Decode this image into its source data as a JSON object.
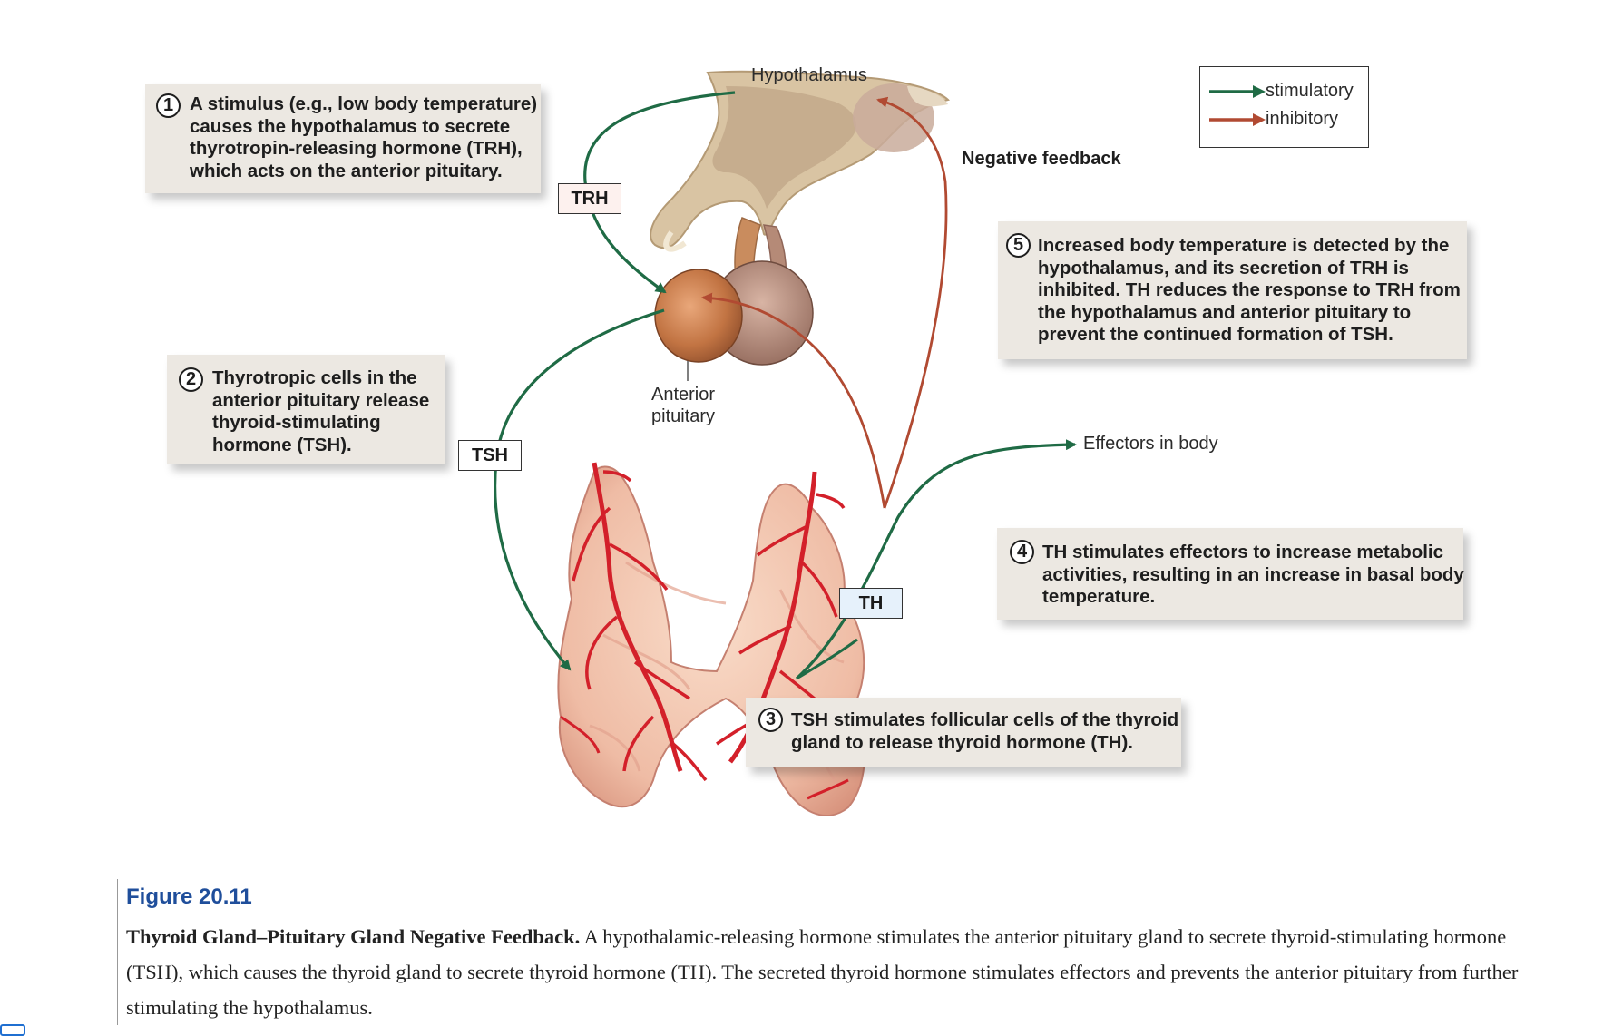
{
  "labels": {
    "hypothalamus": "Hypothalamus",
    "anterior_pituitary_line1": "Anterior",
    "anterior_pituitary_line2": "pituitary",
    "negative_feedback": "Negative feedback",
    "effectors": "Effectors in body"
  },
  "tags": {
    "trh": "TRH",
    "tsh": "TSH",
    "th": "TH"
  },
  "legend": {
    "stimulatory": "stimulatory",
    "inhibitory": "inhibitory"
  },
  "steps": [
    {
      "number": "1",
      "lines": [
        "A stimulus (e.g., low body temperature)",
        "causes the hypothalamus to secrete",
        "thyrotropin-releasing hormone (TRH),",
        "which acts on the anterior pituitary."
      ]
    },
    {
      "number": "2",
      "lines": [
        "Thyrotropic cells in the",
        "anterior pituitary release",
        "thyroid-stimulating",
        "hormone (TSH)."
      ]
    },
    {
      "number": "3",
      "lines": [
        "TSH stimulates follicular cells of the thyroid",
        "gland to release thyroid hormone (TH)."
      ]
    },
    {
      "number": "4",
      "lines": [
        "TH stimulates effectors to increase metabolic",
        "activities, resulting in an increase in basal body",
        "temperature."
      ]
    },
    {
      "number": "5",
      "lines": [
        "Increased body temperature is detected by the",
        "hypothalamus, and its secretion of TRH is",
        "inhibited. TH reduces the response to TRH from",
        "the hypothalamus and anterior pituitary to",
        "prevent the continued formation of TSH."
      ]
    }
  ],
  "caption": {
    "figure_label": "Figure 20.11",
    "title": "Thyroid Gland–Pituitary Gland Negative Feedback.",
    "body": " A hypothalamic-releasing hormone stimulates the anterior pituitary gland to secrete thyroid-stimulating hormone (TSH), which causes the thyroid gland to secrete thyroid hormone (TH). The secreted thyroid hormone stimulates effectors and prevents the anterior pituitary from further stimulating the hypothalamus."
  },
  "colors": {
    "stimulatory": "#1f6b45",
    "inhibitory": "#b14a32",
    "caption_label": "#1f4e9b",
    "panel": "#ece8e2"
  }
}
